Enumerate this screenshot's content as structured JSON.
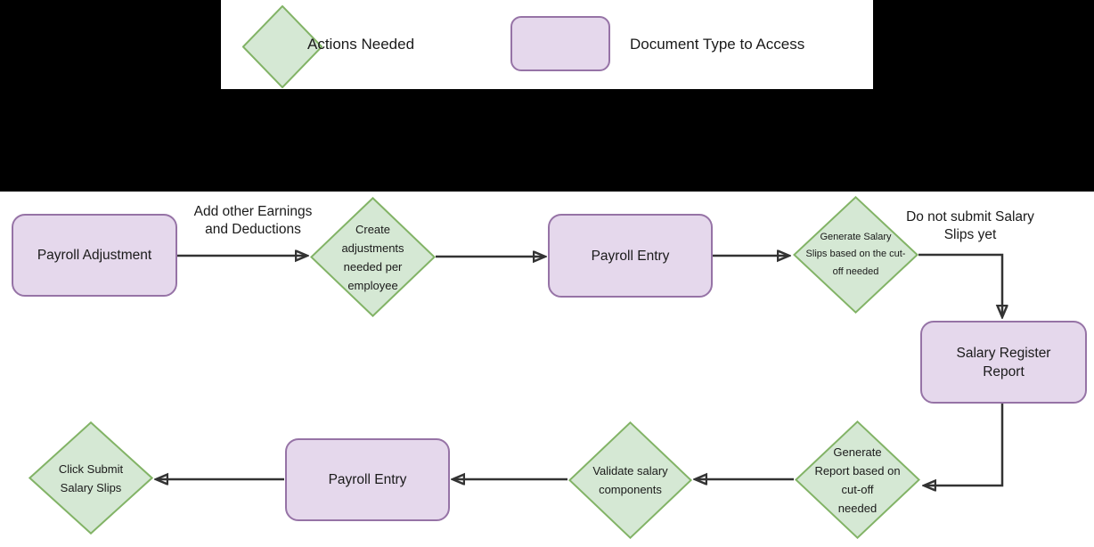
{
  "legend": {
    "actions_label": "Actions Needed",
    "document_label": "Document Type to Access"
  },
  "colors": {
    "action_fill": "#d5e8d4",
    "action_border": "#82b366",
    "document_fill": "#e5d8ec",
    "document_border": "#9673a6",
    "arrow": "#333333",
    "band_background": "#000000",
    "canvas_background": "#ffffff",
    "text": "#1a1a1a"
  },
  "nodes": {
    "payroll_adjustment": {
      "type": "document",
      "label": "Payroll Adjustment"
    },
    "create_adjustments": {
      "type": "action",
      "label": "Create\nadjustments\nneeded per\nemployee"
    },
    "payroll_entry_top": {
      "type": "document",
      "label": "Payroll Entry"
    },
    "generate_salary_slips": {
      "type": "action",
      "label": "Generate Salary\nSlips based on the cut-\noff needed"
    },
    "salary_register_report": {
      "type": "document",
      "label": "Salary Register\nReport"
    },
    "generate_report": {
      "type": "action",
      "label": "Generate\nReport based on\ncut-off\nneeded"
    },
    "validate_salary_components": {
      "type": "action",
      "label": "Validate salary\ncomponents"
    },
    "payroll_entry_bottom": {
      "type": "document",
      "label": "Payroll Entry"
    },
    "click_submit_salary_slips": {
      "type": "action",
      "label": "Click Submit\nSalary Slips"
    }
  },
  "edge_labels": {
    "add_other_earnings": "Add other Earnings\nand Deductions",
    "do_not_submit": "Do not submit Salary\nSlips yet"
  }
}
